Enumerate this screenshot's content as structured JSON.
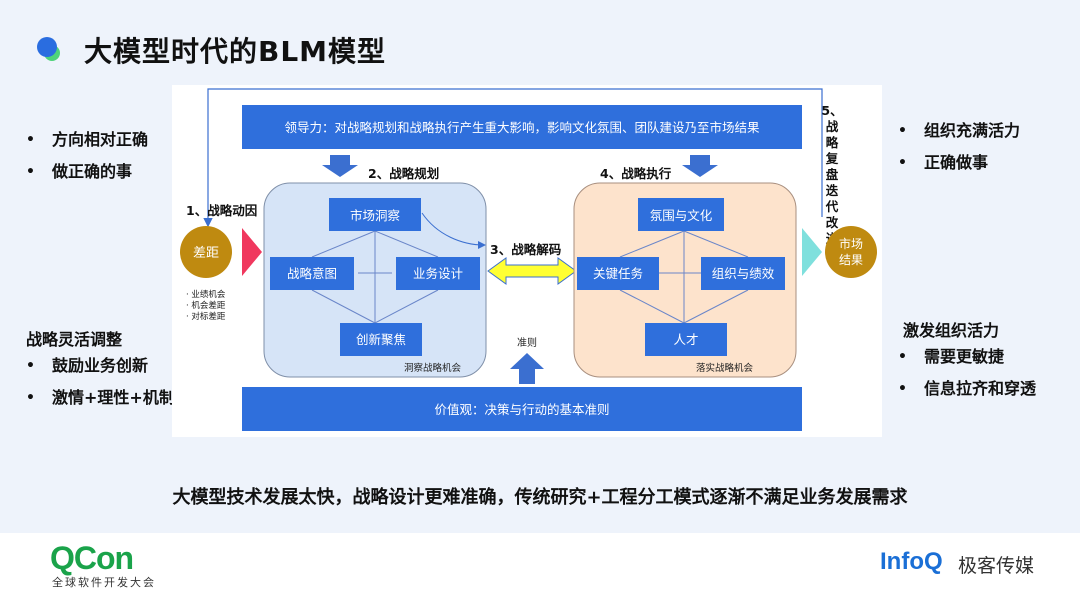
{
  "slide": {
    "title": "大模型时代的BLM模型",
    "summary": "大模型技术发展太快，战略设计更难准确，传统研究+工程分工模式逐渐不满足业务发展需求"
  },
  "left_panel": {
    "top_bullets": [
      "方向相对正确",
      "做正确的事"
    ],
    "heading": "战略灵活调整",
    "bottom_bullets": [
      "鼓励业务创新",
      "激情+理性+机制"
    ]
  },
  "right_panel": {
    "top_bullets": [
      "组织充满活力",
      "正确做事"
    ],
    "heading": "激发组织活力",
    "bottom_bullets": [
      "需要更敏捷",
      "信息拉齐和穿透"
    ]
  },
  "diagram": {
    "leadership": "领导力：对战略规划和战略执行产生重大影响，影响文化氛围、团队建设乃至市场结果",
    "values": "价值观：决策与行动的基本准则",
    "step1": "1、战略动因",
    "step2": "2、战略规划",
    "step3": "3、战略解码",
    "step4": "4、战略执行",
    "step5_chars": [
      "5、",
      "战",
      "略",
      "复",
      "盘",
      "迭",
      "代",
      "改",
      "进"
    ],
    "gap": "差距",
    "gap_notes": [
      "· 业绩机会",
      "· 机会差距",
      "· 对标差距"
    ],
    "market_result": [
      "市场",
      "结果"
    ],
    "planning": {
      "market_insight": "市场洞察",
      "strategic_intent": "战略意图",
      "business_design": "业务设计",
      "innovation_focus": "创新聚焦",
      "caption": "洞察战略机会"
    },
    "execution": {
      "culture": "氛围与文化",
      "key_tasks": "关键任务",
      "org_performance": "组织与绩效",
      "talent": "人才",
      "caption": "落实战略机会"
    },
    "criterion": "准则"
  },
  "footer": {
    "qcon": "QCon",
    "qcon_sub": "全球软件开发大会",
    "infoq": "InfoQ",
    "geek": "极客传媒"
  },
  "colors": {
    "blue_box": "#2f6fdc",
    "panel_left": "#d6e4f7",
    "panel_right": "#fde3cc",
    "gold": "#bf8a10",
    "accent_pink": "#f0385e",
    "teal": "#7fe0dd",
    "yellow": "#ffff33"
  }
}
